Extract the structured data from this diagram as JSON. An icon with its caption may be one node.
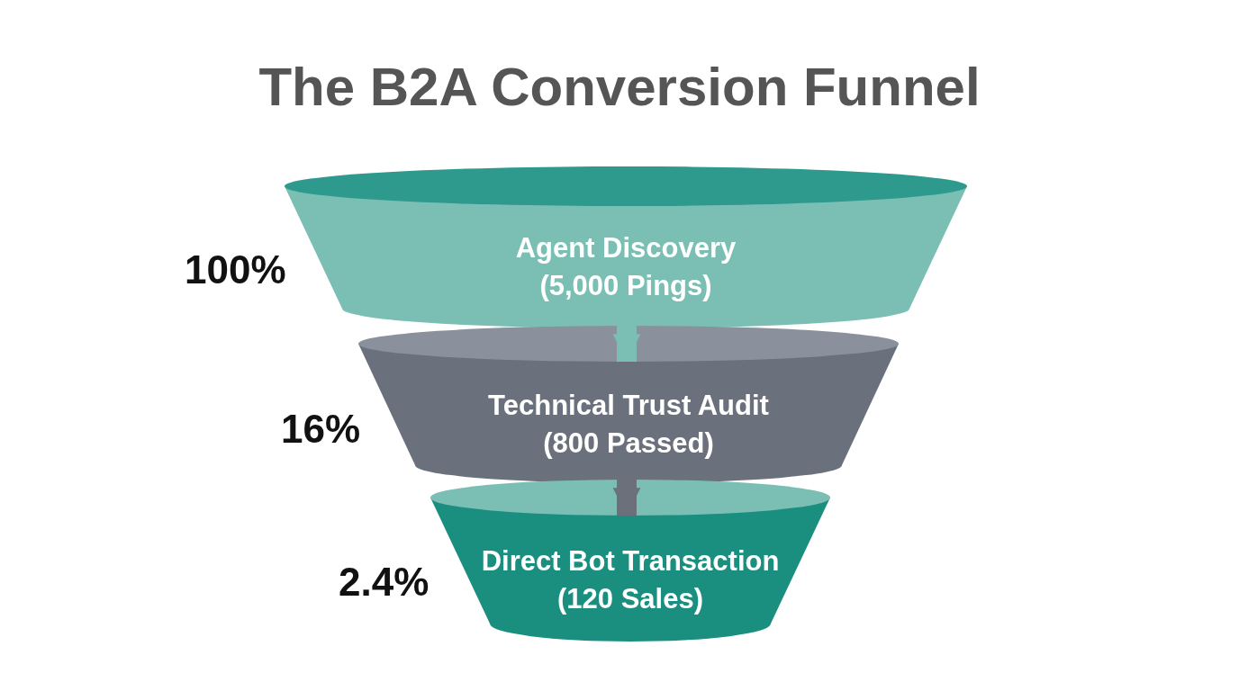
{
  "diagram": {
    "title": "The B2A Conversion Funnel",
    "nodes": [
      {
        "text": [
          "Agent Discovery",
          "(5,000 Pings)"
        ],
        "beside": [
          "100%"
        ]
      },
      {
        "text": [
          "Technical Trust Audit",
          "(800 Passed)"
        ],
        "beside": [
          "16%"
        ]
      },
      {
        "text": [
          "Direct Bot Transaction",
          "(120 Sales)"
        ],
        "beside": [
          "2.4%"
        ]
      }
    ],
    "edges": [
      {
        "from": 0,
        "to": 1,
        "arrow": "to",
        "color": "#7bbfb4"
      },
      {
        "from": 1,
        "to": 2,
        "arrow": "to",
        "color": "#6b707b"
      }
    ]
  }
}
